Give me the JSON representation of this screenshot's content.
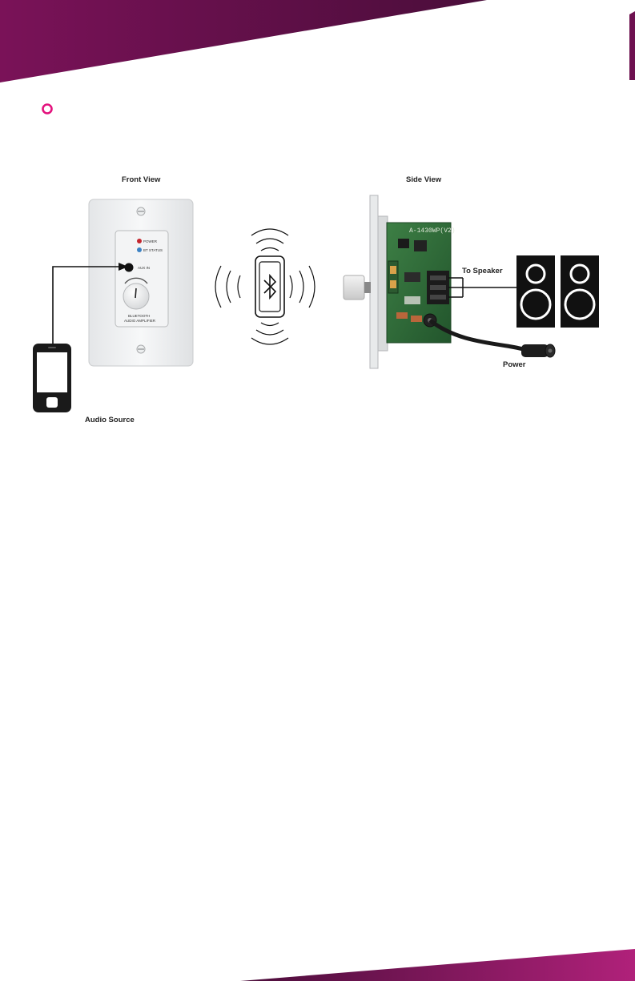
{
  "colors": {
    "banner_top": "#6e1150",
    "banner_accent": "#b0217a",
    "bullet": "#e3127d",
    "pcb_green": "#2f6d3a"
  },
  "labels": {
    "front_view": "Front View",
    "side_view": "Side View",
    "to_speaker": "To Speaker",
    "power": "Power",
    "audio_source": "Audio Source"
  },
  "device": {
    "led_power": "POWER",
    "led_bt": "BT STATUS",
    "aux_in": "AUX IN",
    "name_line1": "BLUETOOTH",
    "name_line2": "AUDIO AMPLIFIER",
    "pcb_model": "A-1430WP(V2)"
  },
  "icons": {
    "bullet": "ring-bullet-icon",
    "wireless": "bluetooth-icon",
    "phone": "smartphone-icon",
    "speakers": "speaker-icon"
  }
}
